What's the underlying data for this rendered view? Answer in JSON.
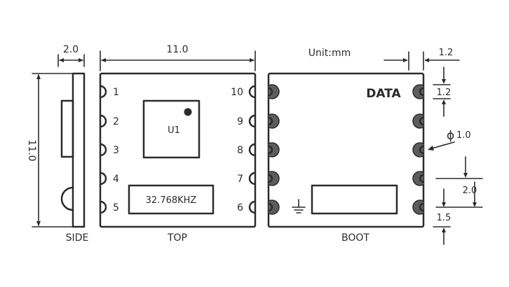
{
  "unit_label": "Unit:mm",
  "views": {
    "side": {
      "label": "SIDE",
      "thickness": "2.0",
      "height": "11.0"
    },
    "top": {
      "label": "TOP",
      "width": "11.0",
      "chip_label": "U1",
      "crystal_label": "32.768KHZ",
      "pins_left": [
        "1",
        "2",
        "3",
        "4",
        "5"
      ],
      "pins_right": [
        "10",
        "9",
        "8",
        "7",
        "6"
      ]
    },
    "bottom": {
      "label": "BOOT",
      "marker": "DATA",
      "dim_edge": "1.2",
      "dim_pad": "1.2",
      "dim_hole_symbol": "ϕ",
      "dim_hole": "1.0",
      "dim_pitch": "2.0",
      "dim_end": "1.5"
    }
  }
}
